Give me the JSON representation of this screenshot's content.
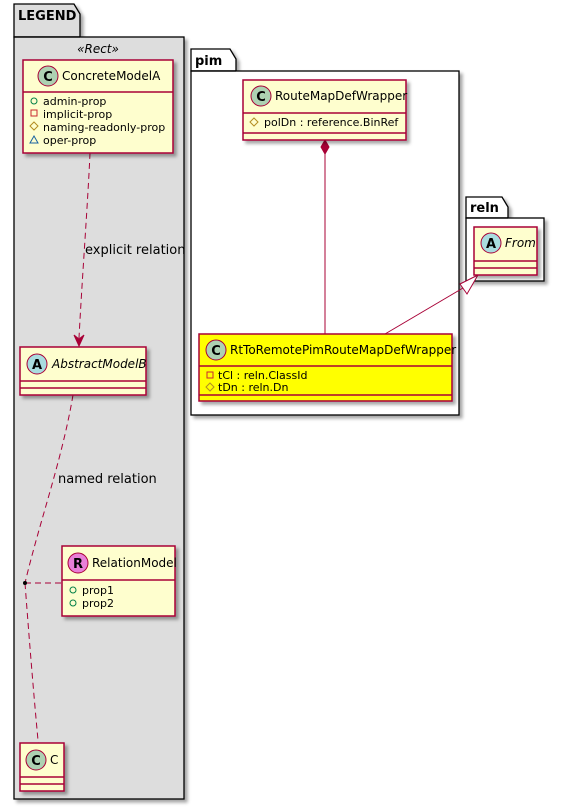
{
  "packages": {
    "legend": {
      "name": "LEGEND",
      "stereotype": "«Rect»"
    },
    "pim": {
      "name": "pim"
    },
    "reln": {
      "name": "reln"
    }
  },
  "classes": {
    "concrete_model_a": {
      "glyph": "C",
      "name": "ConcreteModelA",
      "members": [
        {
          "vis": "public",
          "text": "admin-prop"
        },
        {
          "vis": "private",
          "text": "implicit-prop"
        },
        {
          "vis": "protected",
          "text": "naming-readonly-prop"
        },
        {
          "vis": "package",
          "text": "oper-prop"
        }
      ]
    },
    "abstract_model_b": {
      "glyph": "A",
      "name": "AbstractModelB",
      "members": []
    },
    "relation_model": {
      "glyph": "R",
      "name": "RelationModel",
      "members": [
        {
          "vis": "public",
          "text": "prop1"
        },
        {
          "vis": "public",
          "text": "prop2"
        }
      ]
    },
    "c": {
      "glyph": "C",
      "name": "C",
      "members": []
    },
    "route_map_def_wrapper": {
      "glyph": "C",
      "name": "RouteMapDefWrapper",
      "members": [
        {
          "vis": "protected",
          "text": "polDn : reference.BinRef"
        }
      ]
    },
    "rt_to_remote": {
      "glyph": "C",
      "name": "RtToRemotePimRouteMapDefWrapper",
      "members": [
        {
          "vis": "private",
          "text": "tCl : reln.ClassId"
        },
        {
          "vis": "protected",
          "text": "tDn : reln.Dn"
        }
      ]
    },
    "from": {
      "glyph": "A",
      "name": "From",
      "members": []
    }
  },
  "relations": {
    "explicit": "explicit relation",
    "named": "named relation"
  },
  "colors": {
    "class_fill": "#FEFECE",
    "class_border": "#A80036",
    "highlight_fill": "#FFFF00",
    "package_fill": "#DDDDDD",
    "glyph_c": "#ADD1B2",
    "glyph_a": "#A9DCDF",
    "glyph_r": "#E87FD8",
    "line": "#A80036"
  }
}
